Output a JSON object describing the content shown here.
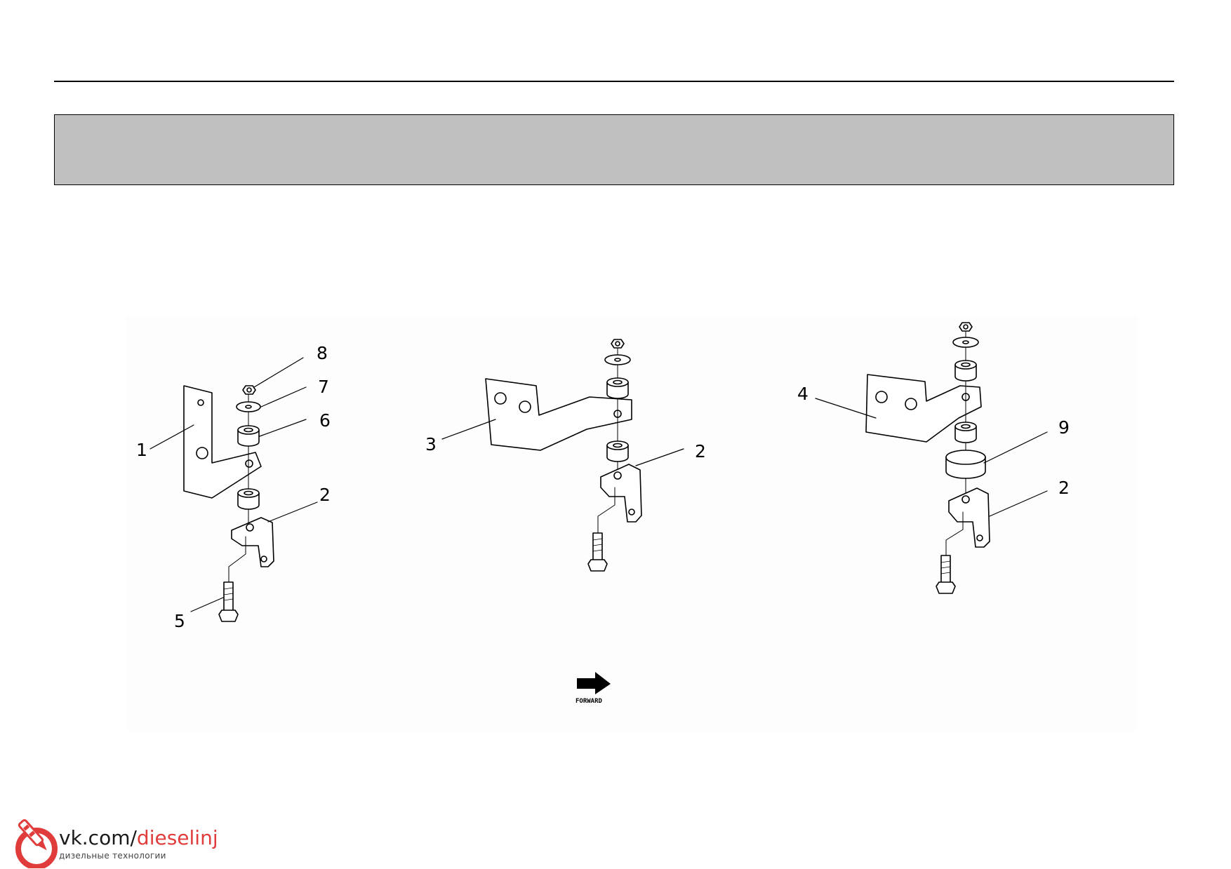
{
  "callouts": {
    "left": {
      "c1": "1",
      "c2": "2",
      "c5": "5",
      "c6": "6",
      "c7": "7",
      "c8": "8"
    },
    "middle": {
      "c3": "3",
      "c2": "2"
    },
    "right": {
      "c4": "4",
      "c9": "9",
      "c2": "2"
    }
  },
  "forward_label": "FORWARD",
  "watermark": {
    "url_prefix": "vk.com/",
    "url_accent": "dieselinj",
    "subtitle": "дизельные технологии",
    "accent_color": "#e03c3c"
  }
}
